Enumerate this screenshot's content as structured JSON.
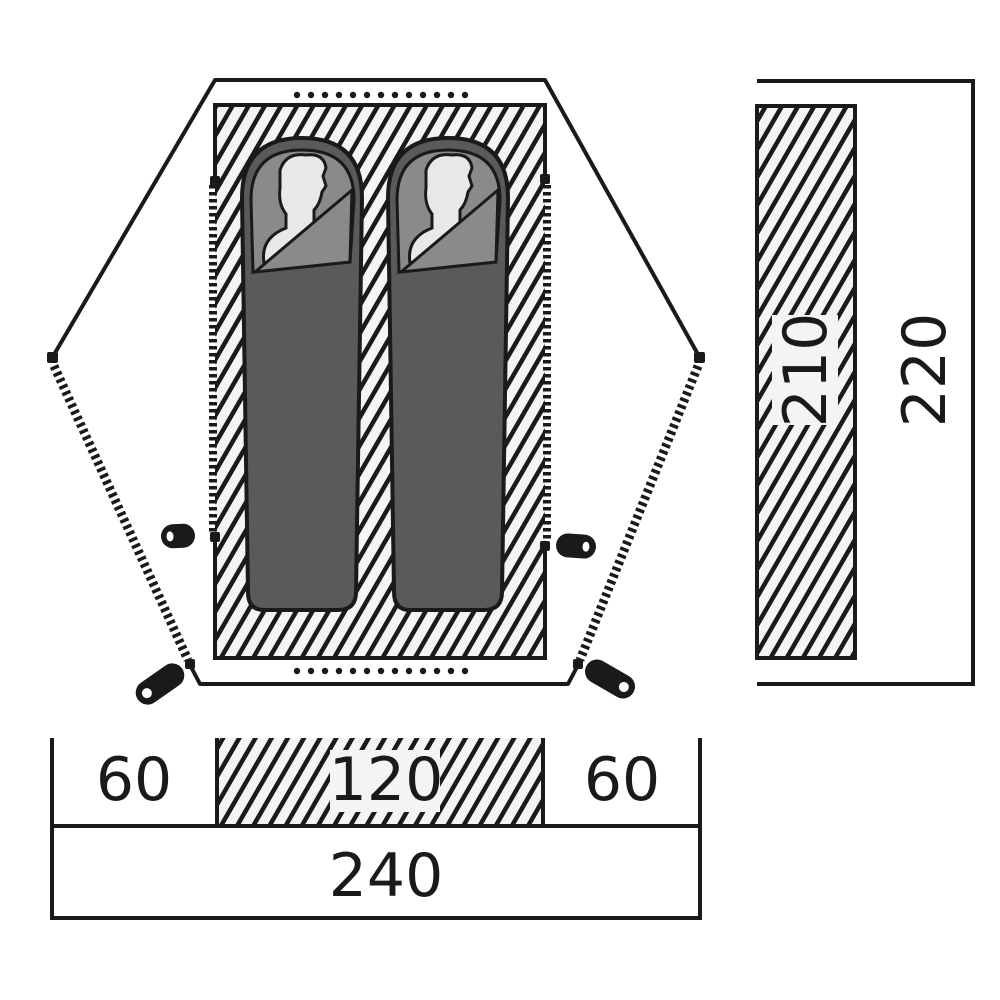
{
  "diagram": {
    "title": "Tent floor plan",
    "colors": {
      "line": "#1a1a1a",
      "bag": "#5a5a5a",
      "bag_hood": "#8a8a8a",
      "face": "#e8e8e8",
      "hatch_bg": "#f4f4f4"
    },
    "sleeping_bags": 2,
    "width_breakdown": {
      "vestibule_left": "60",
      "inner_tent": "120",
      "vestibule_right": "60",
      "total_width": "240"
    },
    "length": {
      "inner_tent": "210",
      "total_length": "220"
    }
  }
}
